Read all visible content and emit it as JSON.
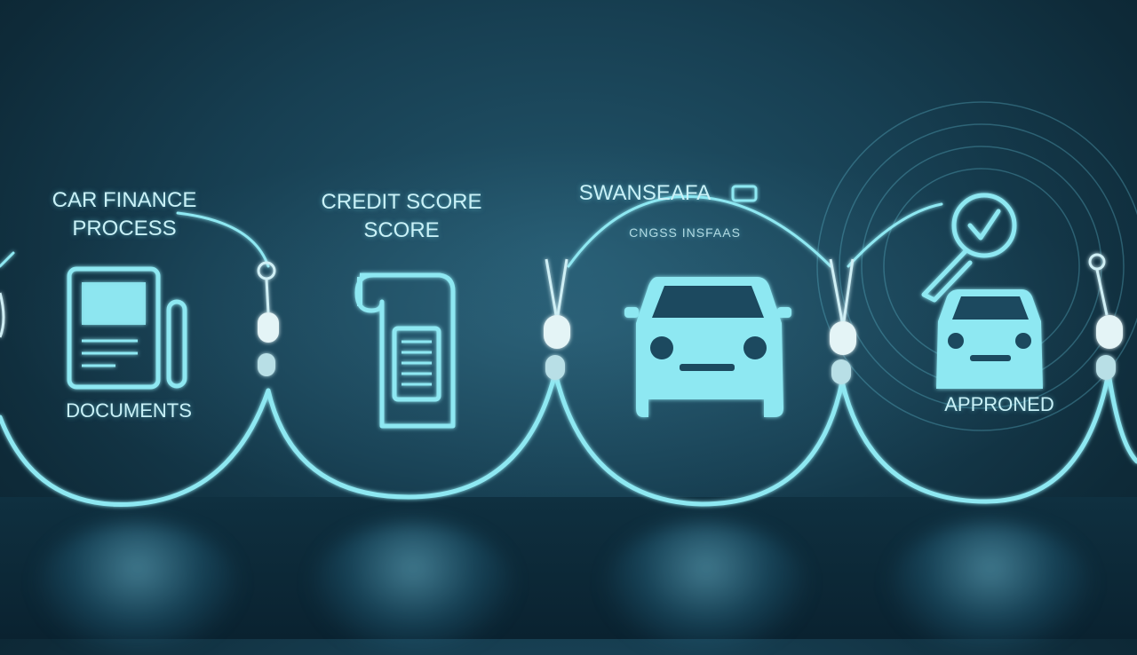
{
  "stages": [
    {
      "title_line1": "CAR FINANCE",
      "title_line2": "PROCESS",
      "bottom_label": "DOCUMENTS",
      "icon": "document-pen-icon"
    },
    {
      "title_line1": "CREDIT SCORE",
      "title_line2": "SCORE",
      "icon": "scroll-document-icon"
    },
    {
      "title": "SWANSEAFA",
      "subtitle": "CNGSS INSFAAS",
      "icon": "car-front-icon"
    },
    {
      "bottom_label": "APPRONED",
      "icon": "car-key-approved-icon",
      "extra_icon": "key-check-icon"
    }
  ],
  "colors": {
    "background": "#173f52",
    "neon": "#8ee8f2",
    "text": "#c9f1f7"
  }
}
